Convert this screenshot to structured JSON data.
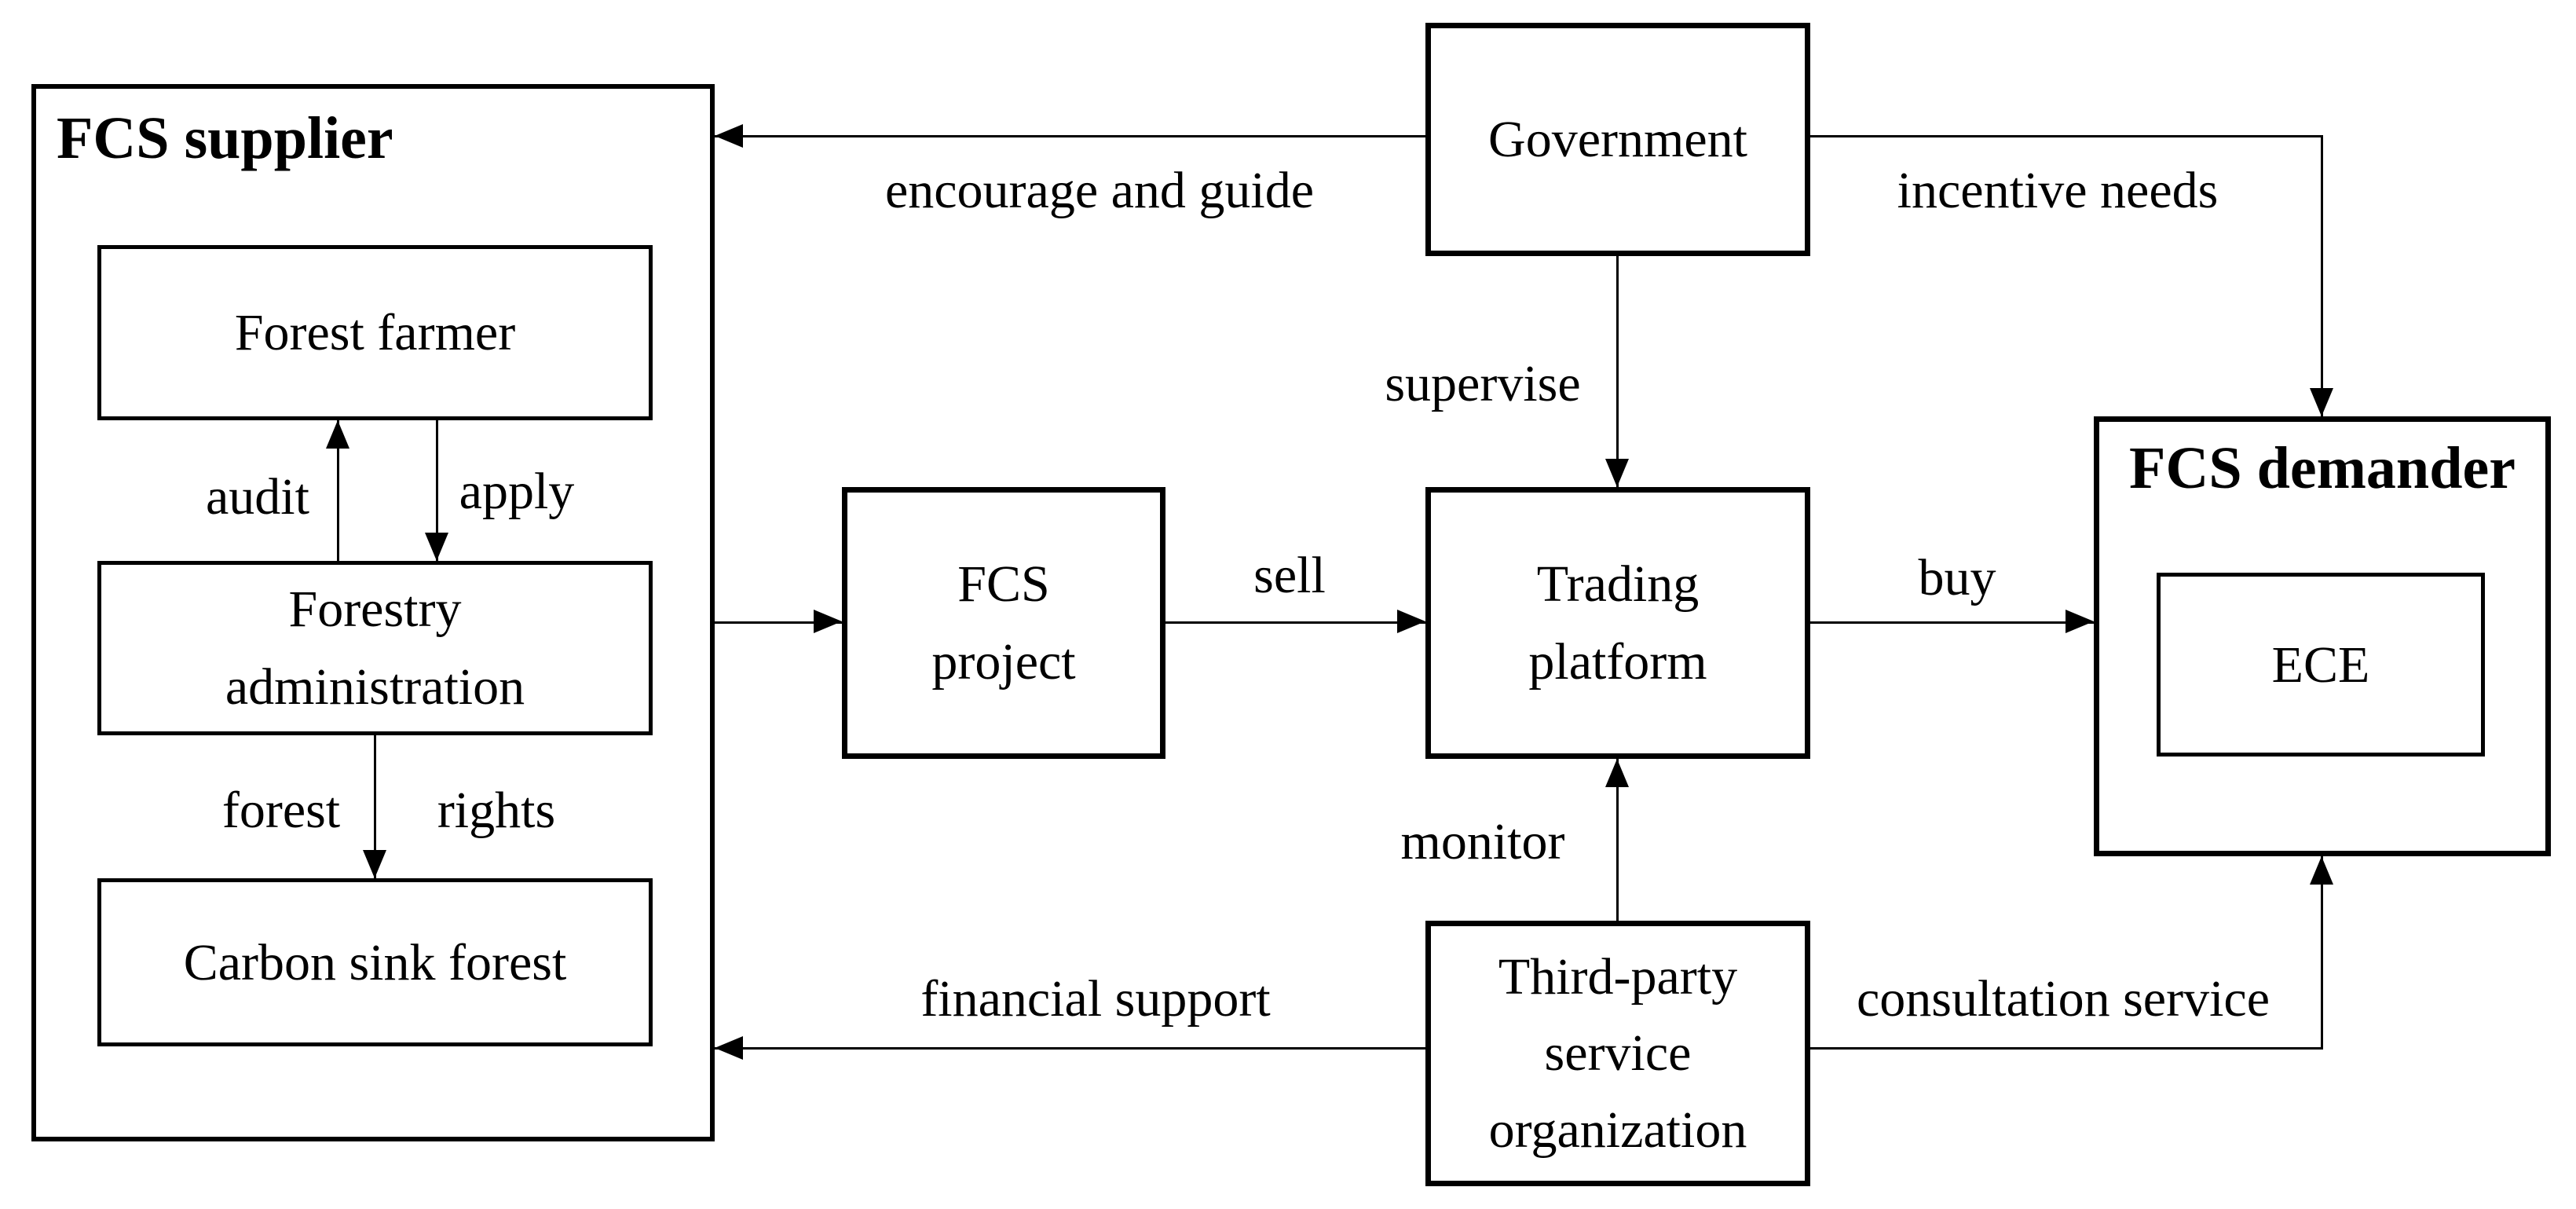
{
  "colors": {
    "background": "#ffffff",
    "line": "#000000",
    "text": "#000000"
  },
  "containers": {
    "fcs_supplier": {
      "title": "FCS supplier"
    },
    "fcs_demander": {
      "title": "FCS demander"
    }
  },
  "boxes": {
    "forest_farmer": "Forest farmer",
    "forestry_administration": "Forestry\nadministration",
    "carbon_sink_forest": "Carbon sink forest",
    "government": "Government",
    "fcs_project": "FCS\nproject",
    "trading_platform": "Trading\nplatform",
    "ece": "ECE",
    "third_party_service_organization": "Third-party\nservice\norganization"
  },
  "edge_labels": {
    "encourage_and_guide": "encourage and guide",
    "incentive_needs": "incentive needs",
    "supervise": "supervise",
    "sell": "sell",
    "buy": "buy",
    "monitor": "monitor",
    "financial_support": "financial support",
    "consultation_service": "consultation service",
    "audit": "audit",
    "apply": "apply",
    "forest": "forest",
    "rights": "rights"
  }
}
